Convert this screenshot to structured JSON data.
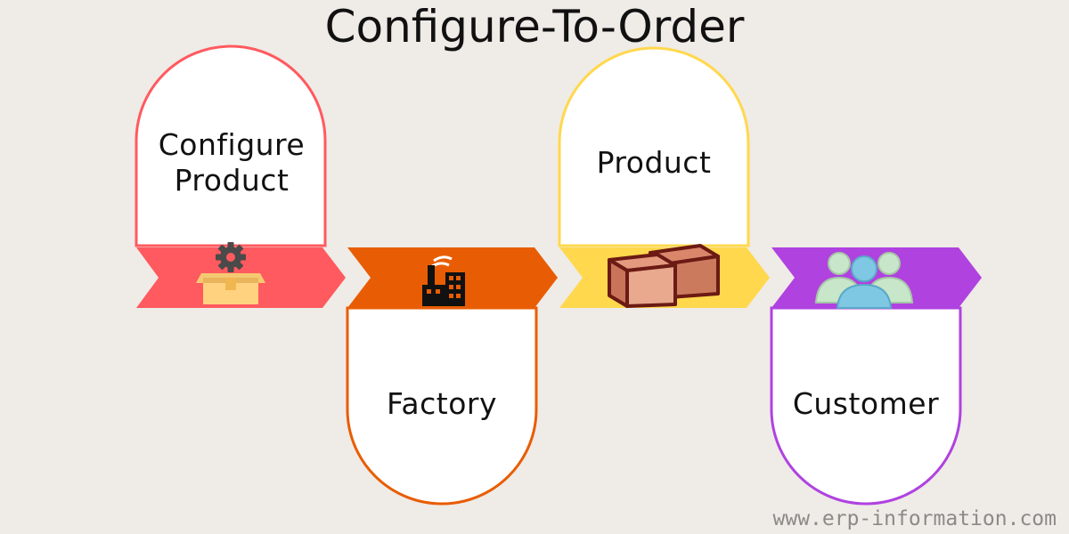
{
  "title": "Configure-To-Order",
  "steps": [
    {
      "label": "Configure\nProduct",
      "icon": "gear-box-icon",
      "color": "#ff5a5f",
      "card": "top"
    },
    {
      "label": "Factory",
      "icon": "factory-icon",
      "color": "#e85d04",
      "card": "bottom"
    },
    {
      "label": "Product",
      "icon": "boxes-icon",
      "color": "#ffd84d",
      "card": "top"
    },
    {
      "label": "Customer",
      "icon": "customers-icon",
      "color": "#b042e0",
      "card": "bottom"
    }
  ],
  "colors": {
    "background": "#efebe7",
    "card_fill": "#ffffff",
    "text": "#111111"
  },
  "watermark": "www.erp-information.com"
}
